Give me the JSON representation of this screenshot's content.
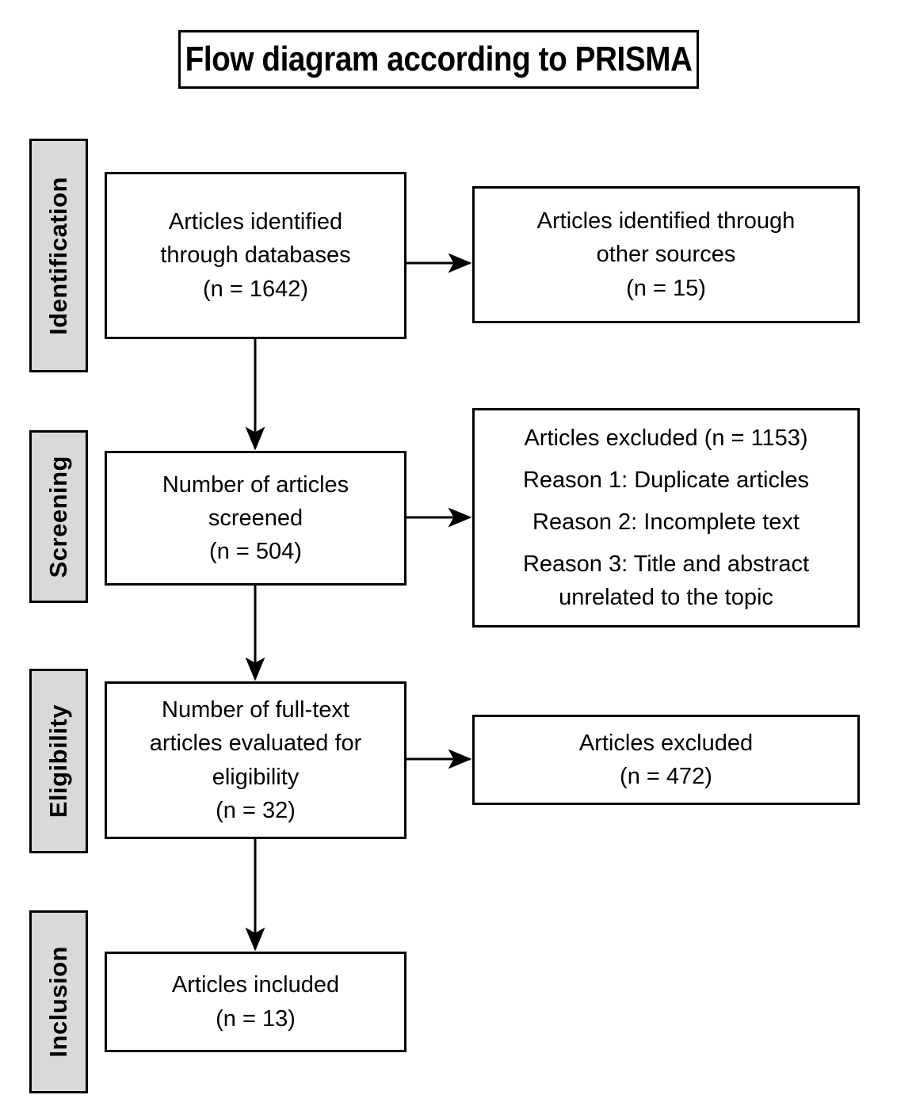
{
  "title": "Flow diagram according to PRISMA",
  "colors": {
    "background": "#ffffff",
    "line_color": "#000000",
    "stage_fill": "#d9d9d9",
    "text_color": "#000000"
  },
  "stages": [
    {
      "label": "Identification"
    },
    {
      "label": "Screening"
    },
    {
      "label": "Eligibility"
    },
    {
      "label": "Inclusion"
    }
  ],
  "flow_boxes": [
    {
      "n": 1642,
      "text": "Articles identified\nthrough databases\n(n = 1642)"
    },
    {
      "n": 504,
      "text": "Number of articles\nscreened\n(n = 504)"
    },
    {
      "n": 32,
      "text": "Number of full-text\narticles evaluated for\neligibility\n(n = 32)"
    },
    {
      "n": 13,
      "text": "Articles included\n(n = 13)"
    }
  ],
  "side_boxes": [
    {
      "n": 15,
      "text": "Articles identified through\nother sources\n(n = 15)"
    },
    {
      "n": 1153,
      "lines": [
        "Articles excluded (n = 1153)",
        "Reason 1: Duplicate articles",
        "Reason 2: Incomplete text",
        "Reason 3: Title and abstract\nunrelated to the topic"
      ]
    },
    {
      "n": 472,
      "text": "Articles excluded\n(n = 472)"
    }
  ]
}
